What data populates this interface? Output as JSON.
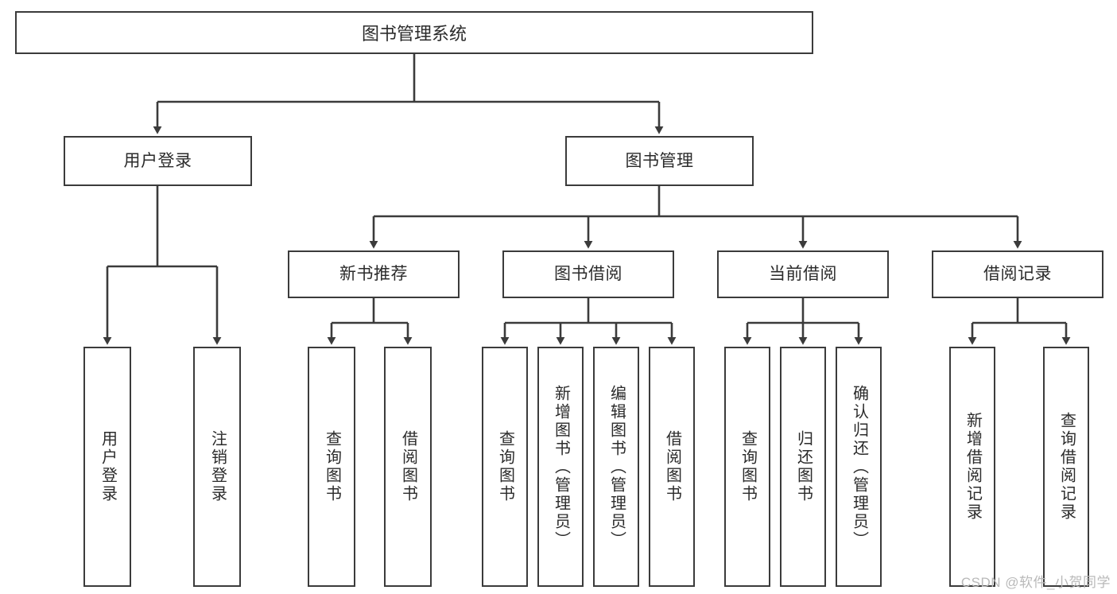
{
  "diagram": {
    "title": "图书管理系统",
    "type": "tree",
    "orientation": "top-down",
    "colors": {
      "box_border": "#3b3b3b",
      "box_fill": "#ffffff",
      "edge": "#3b3b3b",
      "text": "#2b2b2b",
      "background": "#ffffff",
      "watermark": "#b9b9b9"
    },
    "nodes": {
      "root": {
        "label": "图书管理系统"
      },
      "level1": [
        {
          "label": "用户登录"
        },
        {
          "label": "图书管理"
        }
      ],
      "level2": [
        {
          "label": "新书推荐"
        },
        {
          "label": "图书借阅"
        },
        {
          "label": "当前借阅"
        },
        {
          "label": "借阅记录"
        }
      ],
      "leaves": {
        "user_login": [
          {
            "label": "用户登录"
          },
          {
            "label": "注销登录"
          }
        ],
        "new_book_recommend": [
          {
            "label": "查询图书"
          },
          {
            "label": "借阅图书"
          }
        ],
        "book_borrow": [
          {
            "label": "查询图书"
          },
          {
            "label": "新增图书（管理员）"
          },
          {
            "label": "编辑图书（管理员）"
          },
          {
            "label": "借阅图书"
          }
        ],
        "current_borrow": [
          {
            "label": "查询图书"
          },
          {
            "label": "归还图书"
          },
          {
            "label": "确认归还（管理员）"
          }
        ],
        "borrow_record": [
          {
            "label": "新增借阅记录"
          },
          {
            "label": "查询借阅记录"
          }
        ]
      }
    }
  },
  "watermark": {
    "text": "CSDN @软件_小贺同学"
  }
}
